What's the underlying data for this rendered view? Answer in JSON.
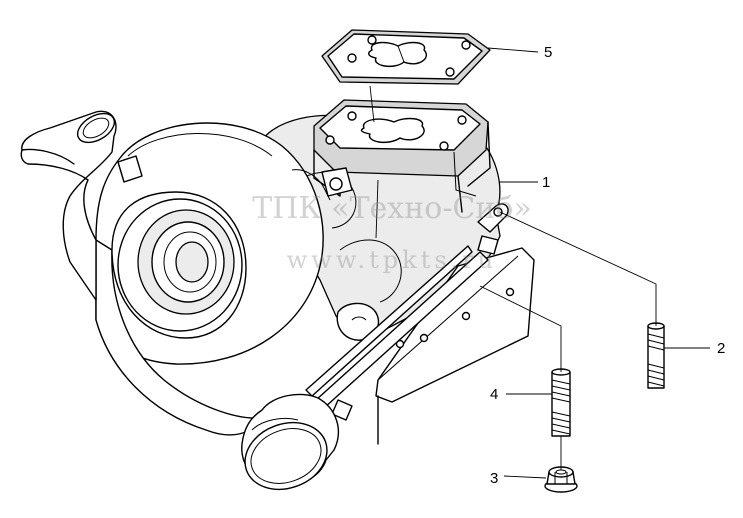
{
  "watermark": {
    "line1": "ТПК «Техно-Сиб»",
    "line2": "www.tpkts.ru"
  },
  "callouts": [
    {
      "id": "callout-1",
      "number": "1"
    },
    {
      "id": "callout-2",
      "number": "2"
    },
    {
      "id": "callout-3",
      "number": "3"
    },
    {
      "id": "callout-4",
      "number": "4"
    },
    {
      "id": "callout-5",
      "number": "5"
    }
  ]
}
